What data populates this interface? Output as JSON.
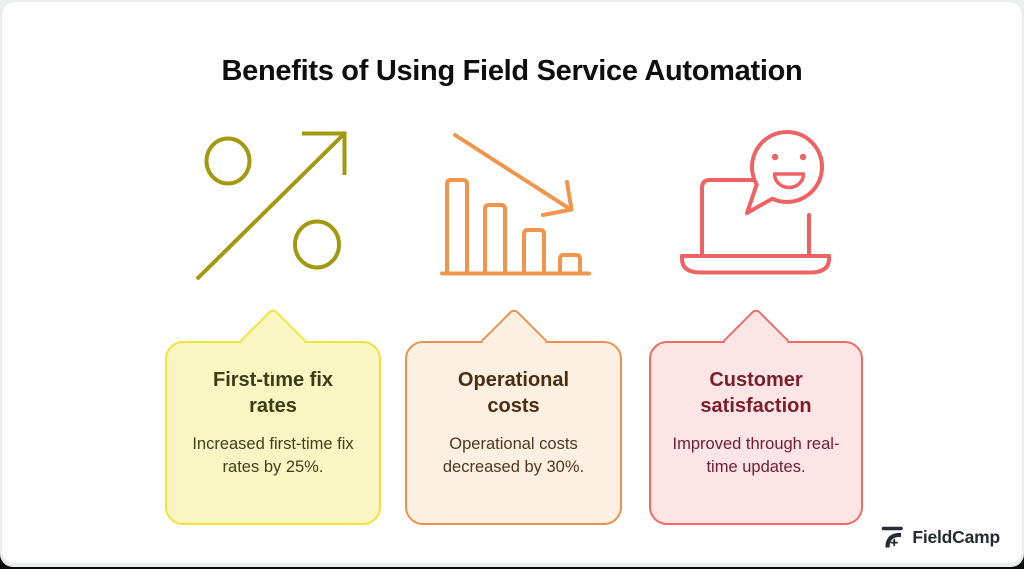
{
  "page": {
    "title": "Benefits of Using Field Service Automation",
    "background_color": "#ffffff"
  },
  "columns": [
    {
      "icon": "percentage-increase-icon",
      "icon_color": "#A2990F",
      "card_background": "#FAF6C3",
      "card_border_color": "#F2E338",
      "title": "First-time fix rates",
      "description": "Increased first-time fix rates by 25%."
    },
    {
      "icon": "declining-bar-chart-icon",
      "icon_color": "#F0954B",
      "card_background": "#FBF0E1",
      "card_border_color": "#E9914E",
      "title": "Operational costs",
      "description": "Operational costs decreased by 30%."
    },
    {
      "icon": "laptop-smiley-chat-icon",
      "icon_color": "#EE6263",
      "card_background": "#FCE5E4",
      "card_border_color": "#EE6A64",
      "title": "Customer satisfaction",
      "description": "Improved through real-time updates."
    }
  ],
  "footer": {
    "brand_name": "FieldCamp"
  }
}
